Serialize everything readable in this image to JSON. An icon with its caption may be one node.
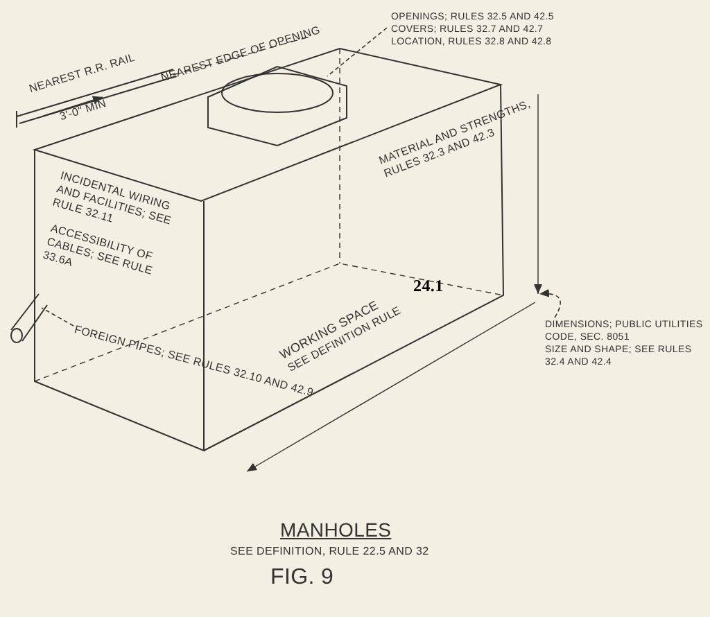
{
  "diagram": {
    "title": "MANHOLES",
    "caption": "FIG. 9",
    "nodes": [
      {
        "text": [
          "OPENINGS; RULES 32.5 AND 42.5",
          "COVERS; RULES 32.7 AND 42.7",
          "LOCATION, RULES 32.8 AND 42.8"
        ]
      },
      {
        "text": [],
        "shape": "circle"
      },
      {
        "text": [
          "FOREIGN PIPES; SEE RULES 32.10 AND 42.9"
        ]
      },
      {
        "text": [],
        "shape": "cylinder"
      },
      {
        "text": [
          "DIMENSIONS; PUBLIC UTILITIES CODE, SEC. 8051",
          "SIZE AND SHAPE; SEE RULES 32.4 AND 42.4"
        ]
      }
    ],
    "edges": [
      {
        "from": 0,
        "to": 1,
        "arrow": "none",
        "style": "dashed"
      },
      {
        "from": 2,
        "to": 3,
        "arrow": "none",
        "style": "dashed"
      },
      {
        "from": 4,
        "to": null,
        "arrow": "to",
        "style": "dashed"
      }
    ],
    "labels": [
      "NEAREST R.R. RAIL",
      "3'-0\" MIN",
      "NEAREST EDGE OF OPENING",
      "MATERIAL AND STRENGTHS, RULES 32.3 AND 42.3",
      "INCIDENTAL WIRING AND FACILITIES; SEE RULE 32.11",
      "ACCESSIBILITY OF CABLES; SEE RULE 33.6A",
      "WORKING SPACE",
      "SEE DEFINITION RULE",
      "24.1",
      "SEE DEFINITION, RULE 22.5 AND 32"
    ]
  }
}
